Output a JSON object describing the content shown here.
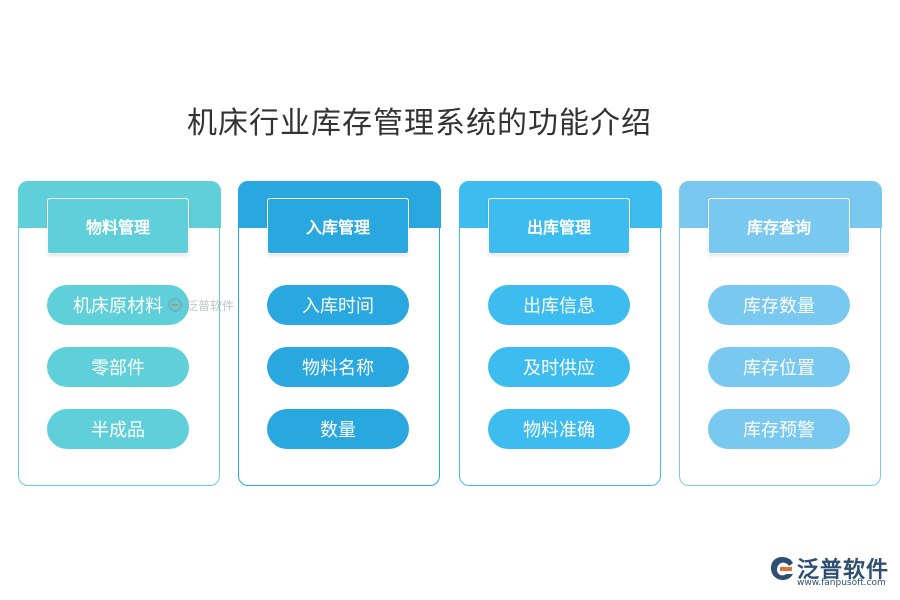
{
  "title": "机床行业库存管理系统的功能介绍",
  "columns": [
    {
      "header": "物料管理",
      "color": "#5fd0d9",
      "items": [
        "机床原材料",
        "零部件",
        "半成品"
      ]
    },
    {
      "header": "入库管理",
      "color": "#29a8e0",
      "items": [
        "入库时间",
        "物料名称",
        "数量"
      ]
    },
    {
      "header": "出库管理",
      "color": "#3dbdef",
      "items": [
        "出库信息",
        "及时供应",
        "物料准确"
      ]
    },
    {
      "header": "库存查询",
      "color": "#79c8f0",
      "items": [
        "库存数量",
        "库存位置",
        "库存预警"
      ]
    }
  ],
  "watermark": {
    "text": "泛普软件"
  },
  "logo": {
    "name": "泛普软件",
    "url": "www.fanpusoft.com"
  }
}
